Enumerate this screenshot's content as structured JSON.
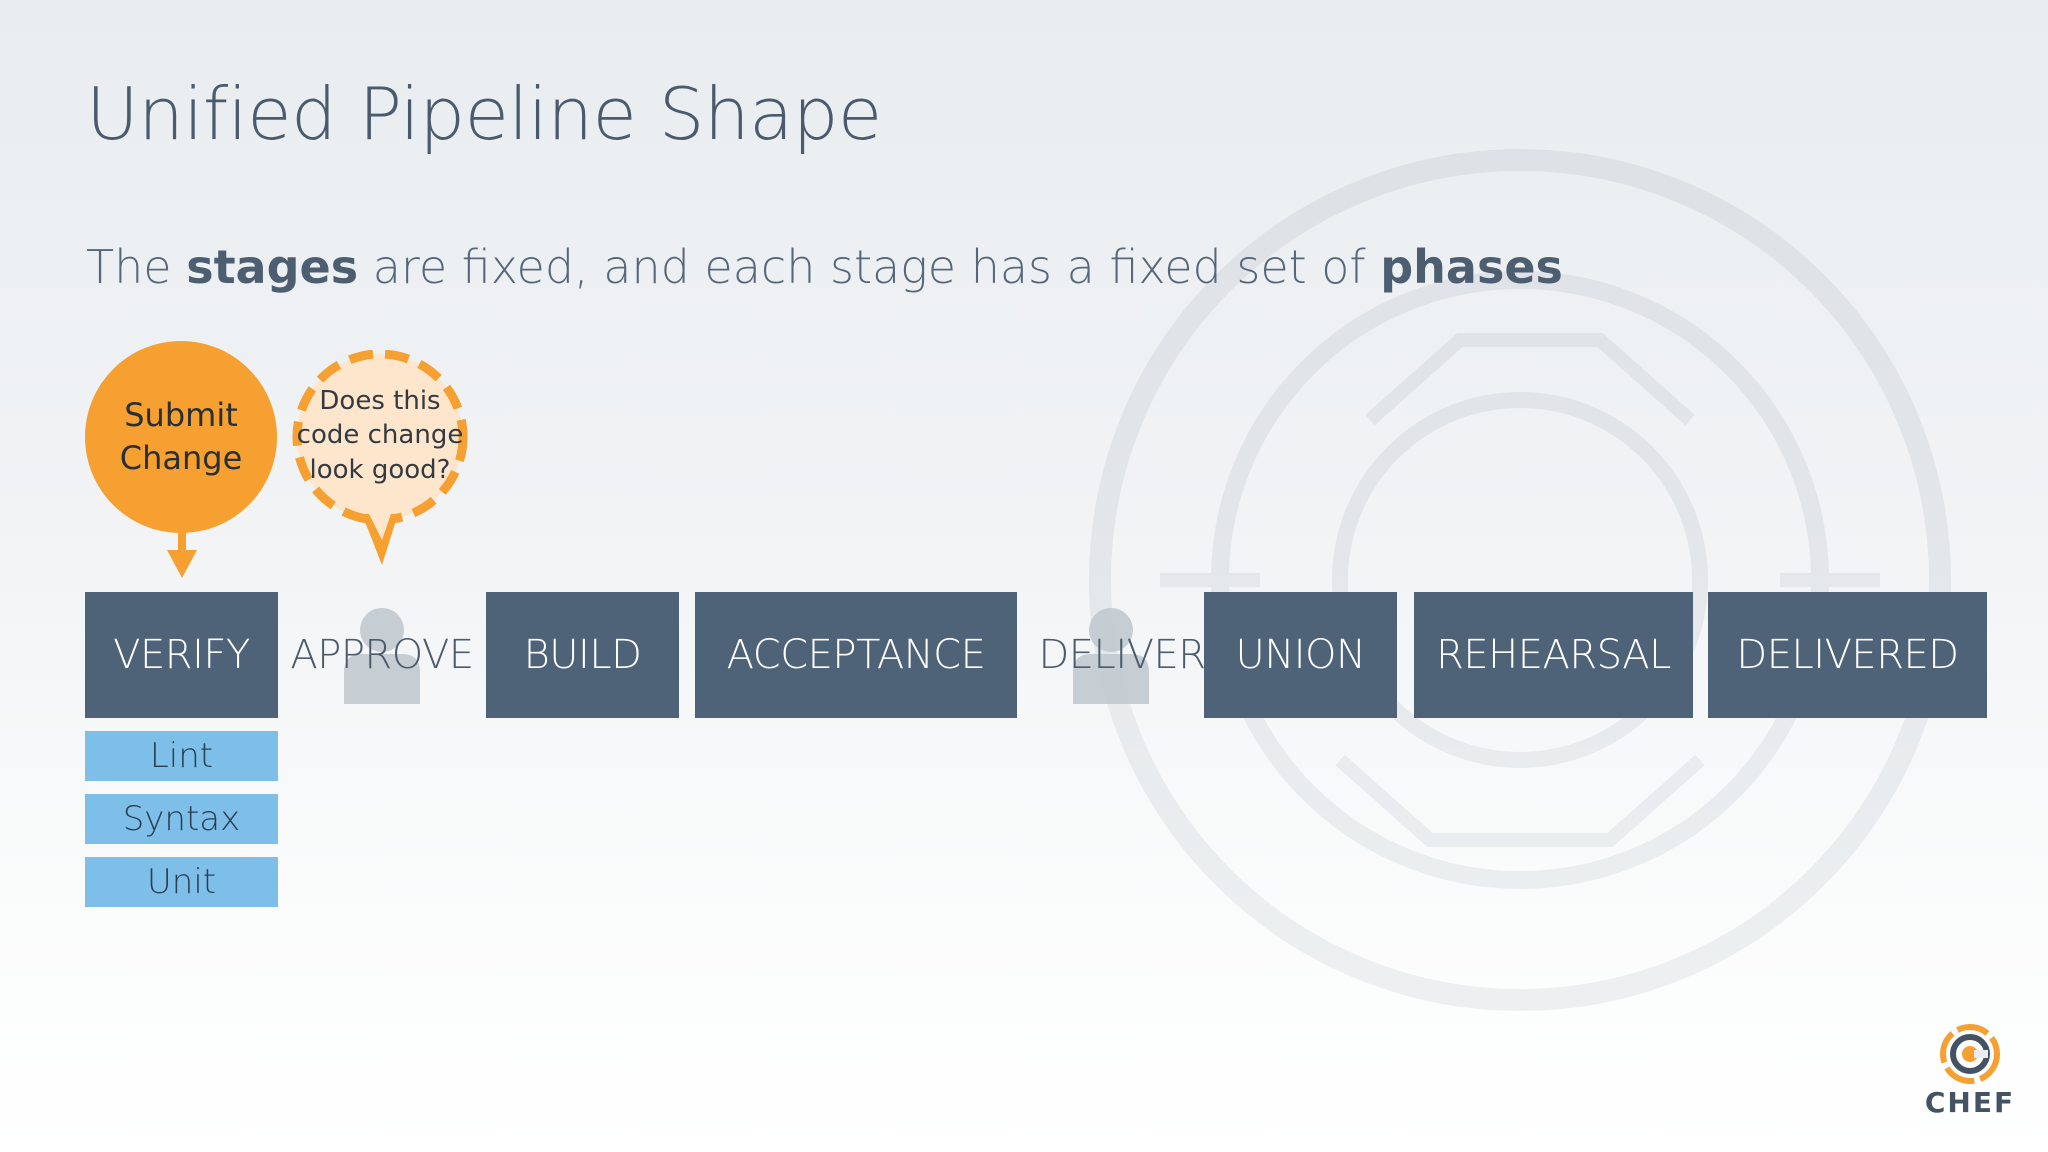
{
  "slide": {
    "title": "Unified Pipeline Shape",
    "subtitle": {
      "part1": "The ",
      "bold1": "stages",
      "part2": " are fixed, and each stage has a fixed set of ",
      "bold2": "phases"
    }
  },
  "callouts": {
    "submit": {
      "line1": "Submit",
      "line2": "Change",
      "color": "#f5a030"
    },
    "question": {
      "line1": "Does this",
      "line2": "code change",
      "line3": "look good?",
      "border_color": "#f5a030"
    }
  },
  "stages": [
    {
      "label": "VERIFY",
      "kind": "stage"
    },
    {
      "label": "APPROVE",
      "kind": "gate"
    },
    {
      "label": "BUILD",
      "kind": "stage"
    },
    {
      "label": "ACCEPTANCE",
      "kind": "stage"
    },
    {
      "label": "DELIVER",
      "kind": "gate"
    },
    {
      "label": "UNION",
      "kind": "stage"
    },
    {
      "label": "REHEARSAL",
      "kind": "stage"
    },
    {
      "label": "DELIVERED",
      "kind": "stage"
    }
  ],
  "verify_phases": [
    "Lint",
    "Syntax",
    "Unit"
  ],
  "colors": {
    "stage_box": "#4e6378",
    "phase_box": "#7dbfe9",
    "accent_orange": "#f5a030"
  },
  "icons": {
    "approve_gate": "person-icon",
    "deliver_gate": "person-icon",
    "logo": "chef-logo-icon"
  },
  "logo": {
    "text": "CHEF"
  }
}
